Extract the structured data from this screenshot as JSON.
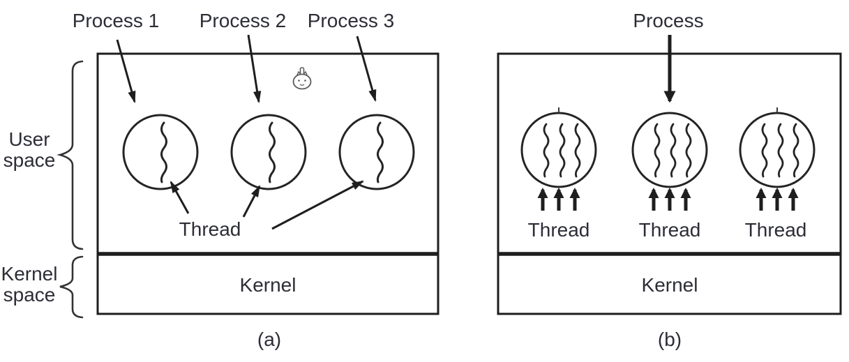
{
  "figure": {
    "panel_a": {
      "caption": "(a)",
      "process_labels": [
        "Process 1",
        "Process 2",
        "Process 3"
      ],
      "thread_label": "Thread",
      "kernel_label": "Kernel"
    },
    "panel_b": {
      "caption": "(b)",
      "process_label": "Process",
      "thread_labels": [
        "Thread",
        "Thread",
        "Thread"
      ],
      "kernel_label": "Kernel"
    },
    "side_labels": {
      "user_space": "User\nspace",
      "kernel_space": "Kernel\nspace"
    },
    "icons": {
      "artifact": "cursor-sprite-icon"
    },
    "colors": {
      "ink": "#1e1e1e",
      "text": "#2c2d36",
      "background": "#ffffff"
    }
  }
}
